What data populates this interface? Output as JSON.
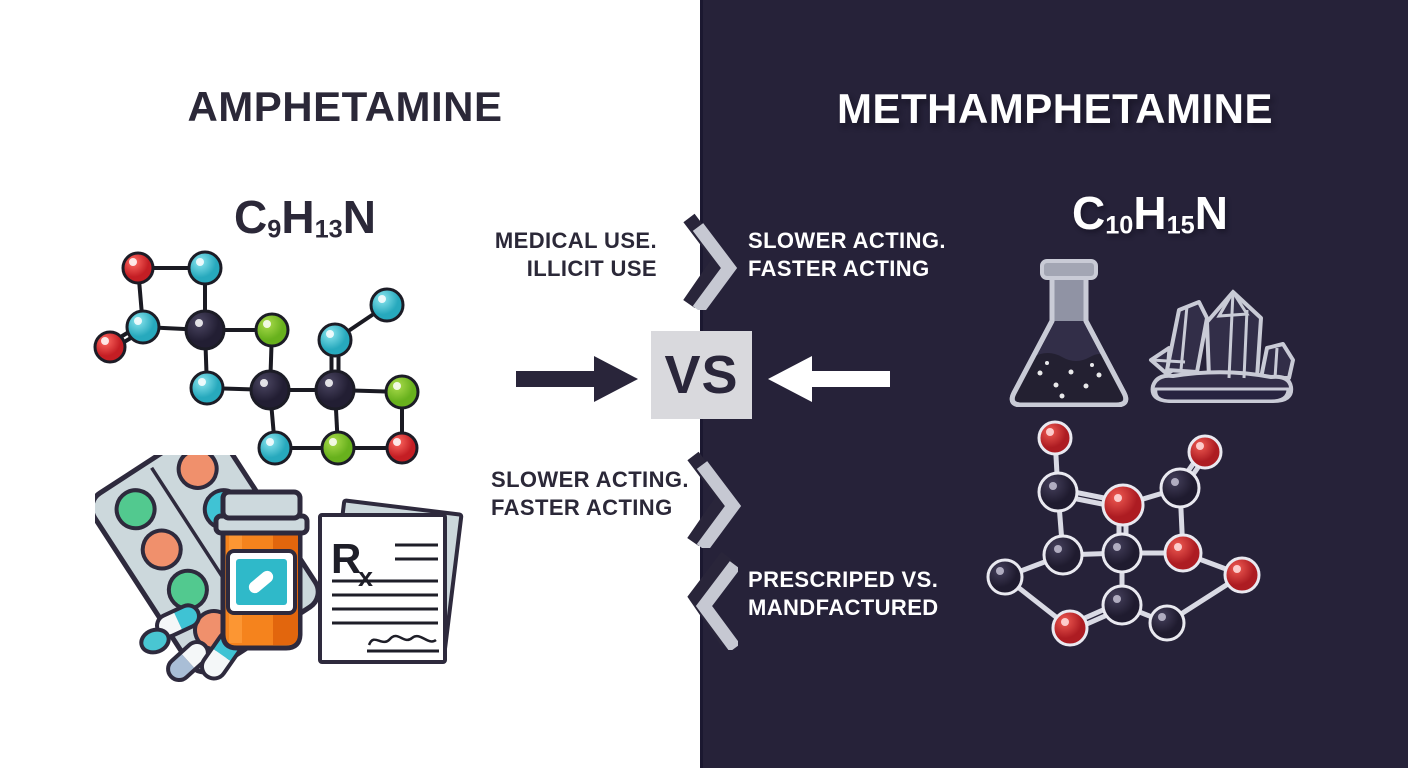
{
  "left_panel": {
    "title": "AMPHETAMINE",
    "formula": {
      "c": "C",
      "c_sub": "9",
      "h": "H",
      "h_sub": "13",
      "n": "N"
    },
    "prescription": {
      "rx_r": "R",
      "rx_x": "x"
    }
  },
  "right_panel": {
    "title": "METHAMPHETAMINE",
    "formula": {
      "c": "C",
      "c_sub": "10",
      "h": "H",
      "h_sub": "15",
      "n": "N"
    }
  },
  "center": {
    "vs_label": "VS",
    "labels": {
      "top_left": {
        "line1": "MEDICAL USE.",
        "line2": "ILLICIT USE"
      },
      "top_right": {
        "line1": "SLOWER ACTING.",
        "line2": "FASTER ACTING"
      },
      "mid_left": {
        "line1": "SLOWER ACTING.",
        "line2": "FASTER ACTING"
      },
      "bottom_right": {
        "line1": "PRESCRIPED VS.",
        "line2": "MANDFACTURED"
      }
    }
  },
  "icons": {
    "left": [
      "molecule-ball-stick-icon",
      "blister-pack-icon",
      "pill-bottle-icon",
      "capsules-icon",
      "prescription-rx-icon"
    ],
    "right": [
      "flask-icon",
      "crystals-icon",
      "molecule-ball-stick-icon"
    ],
    "center": [
      "right-arrow-icon",
      "left-arrow-icon",
      "chevron-right-icon",
      "chevron-left-icon"
    ]
  },
  "palette": {
    "dark_bg": "#262239",
    "light_bg": "#ffffff",
    "ink_dark": "#2b2838",
    "ink_light": "#ffffff",
    "vs_box": "#d9d9dd",
    "chevron_gray": "#c6c8d2",
    "red": "#cf2b31",
    "cyan": "#3fc3d4",
    "green": "#7cc32f",
    "dark_atom": "#2a2640",
    "orange_bottle": "#f5831d",
    "salmon_pill": "#f0906c",
    "teal_label": "#2fb9c9",
    "paper_gray": "#ccd8dc",
    "bond_light": "#d9dae4",
    "bond_dark": "#1a1a22"
  }
}
